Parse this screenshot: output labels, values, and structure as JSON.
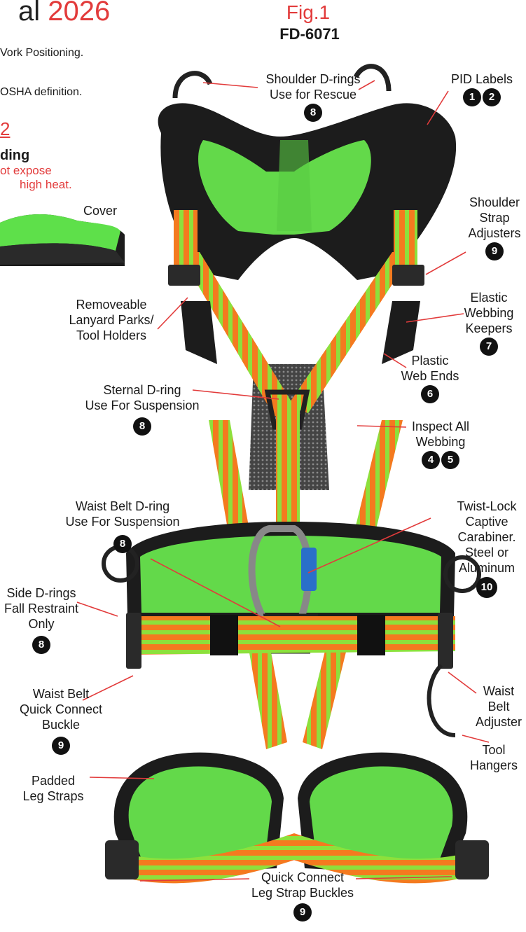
{
  "header": {
    "title_prefix": "al ",
    "title_year": "2026",
    "fig_label": "Fig.1",
    "model": "FD-6071"
  },
  "left_column": {
    "line1": "Vork Positioning.",
    "line2": "OSHA definition.",
    "section_num": "2",
    "heading": "ding",
    "warning_line1": "ot expose",
    "warning_line2": "high heat.",
    "cover_label": "Cover"
  },
  "callouts": {
    "shoulder_drings": {
      "line1": "Shoulder D-rings",
      "line2": "Use for Rescue",
      "nums": [
        "8"
      ]
    },
    "pid_labels": {
      "line1": "PID Labels",
      "nums": [
        "1",
        "2"
      ]
    },
    "shoulder_adjusters": {
      "line1": "Shoulder",
      "line2": "Strap",
      "line3": "Adjusters",
      "nums": [
        "9"
      ]
    },
    "elastic_keepers": {
      "line1": "Elastic",
      "line2": "Webbing",
      "line3": "Keepers",
      "nums": [
        "7"
      ]
    },
    "lanyard_parks": {
      "line1": "Removeable",
      "line2": "Lanyard Parks/",
      "line3": "Tool Holders"
    },
    "plastic_ends": {
      "line1": "Plastic",
      "line2": "Web Ends",
      "nums": [
        "6"
      ]
    },
    "sternal_dring": {
      "line1": "Sternal D-ring",
      "line2": "Use For Suspension",
      "nums": [
        "8"
      ]
    },
    "inspect_webbing": {
      "line1": "Inspect All",
      "line2": "Webbing",
      "nums": [
        "4",
        "5"
      ]
    },
    "waist_dring": {
      "line1": "Waist Belt D-ring",
      "line2": "Use For Suspension",
      "nums": [
        "8"
      ]
    },
    "carabiner": {
      "line1": "Twist-Lock",
      "line2": "Captive",
      "line3": "Carabiner.",
      "line4": "Steel or",
      "line5": "Aluminum",
      "nums": [
        "10"
      ]
    },
    "side_drings": {
      "line1": "Side D-rings",
      "line2": "Fall Restraint",
      "line3": "Only",
      "nums": [
        "8"
      ]
    },
    "waist_buckle": {
      "line1": "Waist Belt",
      "line2": "Quick Connect",
      "line3": "Buckle",
      "nums": [
        "9"
      ]
    },
    "waist_adjuster": {
      "line1": "Waist",
      "line2": "Belt",
      "line3": "Adjuster"
    },
    "tool_hangers": {
      "line1": "Tool",
      "line2": "Hangers"
    },
    "padded_legs": {
      "line1": "Padded",
      "line2": "Leg Straps"
    },
    "leg_buckles": {
      "line1": "Quick Connect",
      "line2": "Leg Strap Buckles",
      "nums": [
        "9"
      ]
    }
  },
  "colors": {
    "accent_red": "#e23b3b",
    "webbing_orange": "#f47a1f",
    "webbing_green": "#8de03c",
    "pad_green": "#63d94a",
    "pad_black": "#1c1c1c"
  }
}
